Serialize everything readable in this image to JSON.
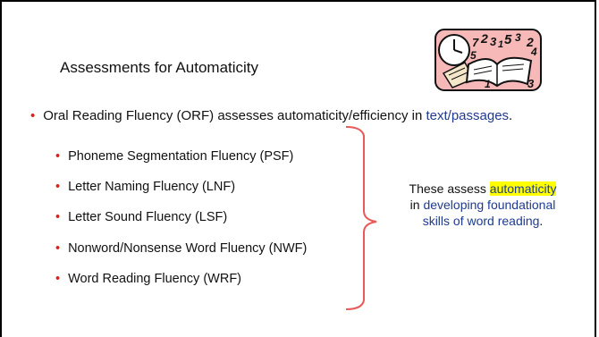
{
  "slide": {
    "title": "Assessments for Automaticity",
    "main_bullet": {
      "prefix": "Oral Reading Fluency (ORF) assesses automaticity/efficiency in ",
      "highlight": "text/passages",
      "suffix": "."
    },
    "sub_bullets": [
      "Phoneme Segmentation Fluency (PSF)",
      "Letter Naming Fluency (LNF)",
      "Letter Sound Fluency (LSF)",
      "Nonword/Nonsense Word Fluency (NWF)",
      "Word Reading Fluency (WRF)"
    ],
    "note": {
      "line1_prefix": "These assess ",
      "line1_highlight": "automaticity",
      "line2_prefix": "in ",
      "line2_blue": "developing foundational",
      "line3_blue": "skills of word reading",
      "line3_suffix": "."
    },
    "bullet_glyph": "•"
  },
  "clipart_digits": [
    "7",
    "2",
    "3",
    "1",
    "5",
    "3",
    "2",
    "5",
    "4",
    "1",
    "3"
  ],
  "colors": {
    "bullet": "#e01e1e",
    "accent_text": "#1f3a8f",
    "highlight": "#ffff00",
    "brace": "#e85a5a",
    "clipart_bg": "#f7b8b8"
  }
}
